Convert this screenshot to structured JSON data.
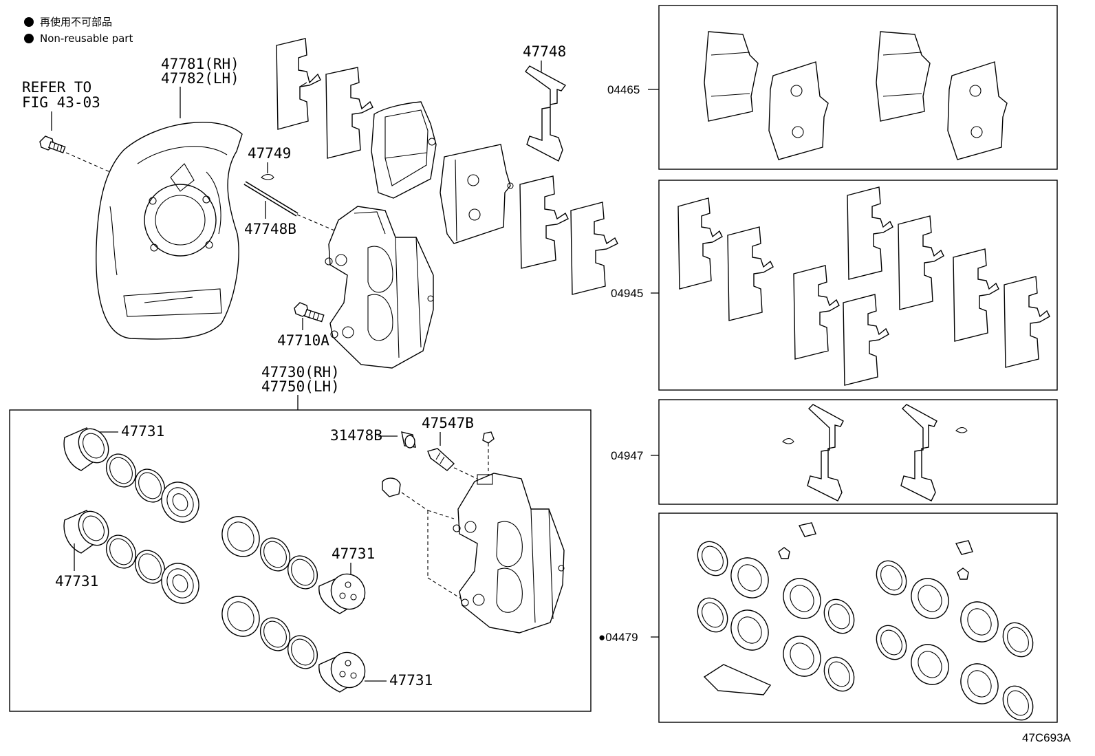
{
  "legend": {
    "jp": "再使用不可部品",
    "en": "Non-reusable part"
  },
  "refer": {
    "line1": "REFER TO",
    "line2": "FIG 43-03"
  },
  "labels": {
    "dust_cover_rh": "47781(RH)",
    "dust_cover_lh": "47782(LH)",
    "pin_47749": "47749",
    "pin_47748b": "47748B",
    "spring_47748": "47748",
    "bolt_47710a": "47710A",
    "cyl_rh": "47730(RH)",
    "cyl_lh": "47750(LH)",
    "piston_1": "47731",
    "piston_2": "47731",
    "piston_3": "47731",
    "piston_4": "47731",
    "cap_31478b": "31478B",
    "bleeder_47547b": "47547B"
  },
  "kits": {
    "pad_kit": "04465",
    "shim_kit": "04945",
    "spring_kit": "04947",
    "cyl_kit": "●04479"
  },
  "figure_code": "47C693A"
}
